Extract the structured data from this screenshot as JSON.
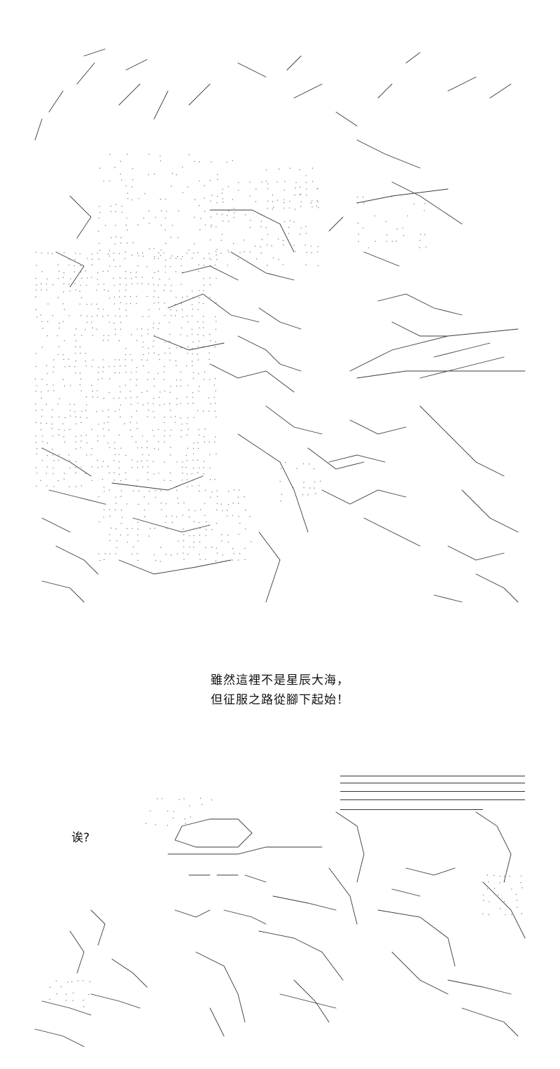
{
  "caption": {
    "line1": "雖然這裡不是星辰大海，",
    "line2": "但征服之路從腳下起始！"
  },
  "exclaim": {
    "text": "诶?"
  },
  "colors": {
    "background": "#ffffff",
    "ink": "#111111"
  }
}
